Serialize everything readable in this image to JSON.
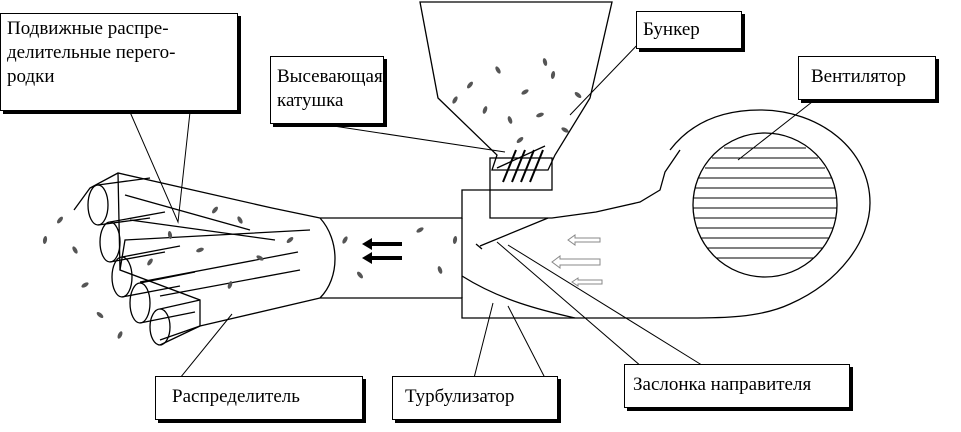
{
  "labels": {
    "movable_partitions": "Подвижные распре-\nделительные перего-\nродки",
    "bunker": "Бункер",
    "seeding_coil": "Высевающая\nкатушка",
    "fan": "Вентилятор",
    "distributor": "Распределитель",
    "turbulizer": "Турбулизатор",
    "guide_flap": "Заслонка направителя"
  },
  "colors": {
    "line": "#000000",
    "light_line": "#888888",
    "background": "#ffffff"
  }
}
